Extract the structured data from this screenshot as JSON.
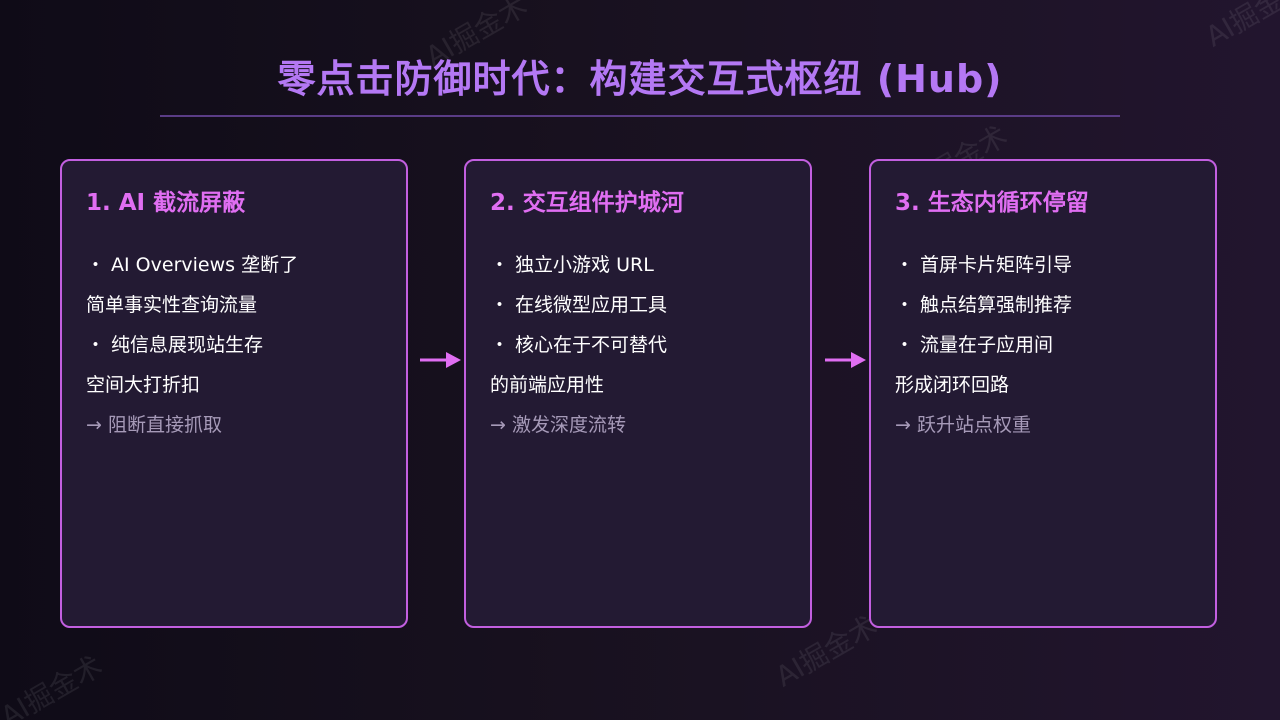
{
  "title": "零点击防御时代：构建交互式枢纽 (Hub)",
  "watermark": "AI掘金术",
  "cards": [
    {
      "heading": "1. AI 截流屏蔽",
      "lines": [
        "・ AI Overviews 垄断了",
        "简单事实性查询流量",
        "・ 纯信息展现站生存",
        "空间大打折扣"
      ],
      "result": "→ 阻断直接抓取"
    },
    {
      "heading": "2. 交互组件护城河",
      "lines": [
        "・ 独立小游戏 URL",
        "・ 在线微型应用工具",
        "・ 核心在于不可替代",
        "的前端应用性"
      ],
      "result": "→ 激发深度流转"
    },
    {
      "heading": "3. 生态内循环停留",
      "lines": [
        "・ 首屏卡片矩阵引导",
        "・ 触点结算强制推荐",
        "・ 流量在子应用间",
        "形成闭环回路"
      ],
      "result": "→ 跃升站点权重"
    }
  ],
  "colors": {
    "title": "#b478f4",
    "card_border": "#c25fe0",
    "card_heading": "#e06ef2",
    "arrow": "#e06ef2",
    "result_text": "#a69ab8"
  }
}
